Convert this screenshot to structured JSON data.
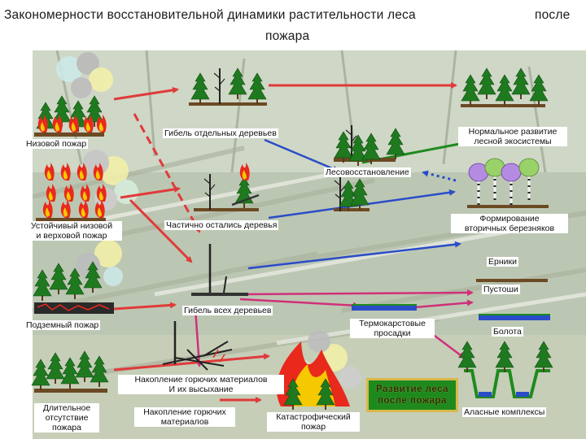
{
  "title": {
    "line1": "Закономерности восстановительной динамики растительности леса",
    "word_after": "после",
    "line2": "пожара"
  },
  "labels": {
    "surface_fire": "Низовой пожар",
    "some_trees_die": "Гибель отдельных деревьев",
    "normal_development": [
      "Нормальное развитие",
      "лесной экосистемы"
    ],
    "reforestation": "Лесовосстановление",
    "steady_fire": [
      "Устойчивый низовой",
      "и верховой пожар"
    ],
    "partly_remained": "Частично остались деревья",
    "birch_formation": [
      "Формирование",
      "вторичных березняков"
    ],
    "shrubs": "Ерники",
    "wastelands": "Пустоши",
    "all_trees_die": "Гибель всех деревьев",
    "underground_fire": "Подземный пожар",
    "thermokarst": [
      "Термокарстовые",
      "просадки"
    ],
    "bogs": "Болота",
    "fuel_accum_dry": [
      "Накопление горючих материалов",
      "И их высыхание"
    ],
    "long_absence": [
      "Длительное",
      "отсутствие",
      "пожара"
    ],
    "fuel_accum": [
      "Накопление горючих",
      "материалов"
    ],
    "catastrophic_fire": [
      "Катастрофический",
      "пожар"
    ],
    "forest_after_fire": [
      "Развитие леса",
      "после пожара"
    ],
    "alas_complexes": "Аласные комплексы"
  },
  "colors": {
    "arrow_red": "#e03a3a",
    "arrow_pink": "#d0307a",
    "arrow_blue": "#2a4cc8",
    "arrow_green": "#1e8a1e",
    "tree_green": "#1f7a1f",
    "flame_red": "#e8291c",
    "flame_yellow": "#f5c800",
    "box_green": "#1e8a1e",
    "box_border": "#d8b84a"
  }
}
